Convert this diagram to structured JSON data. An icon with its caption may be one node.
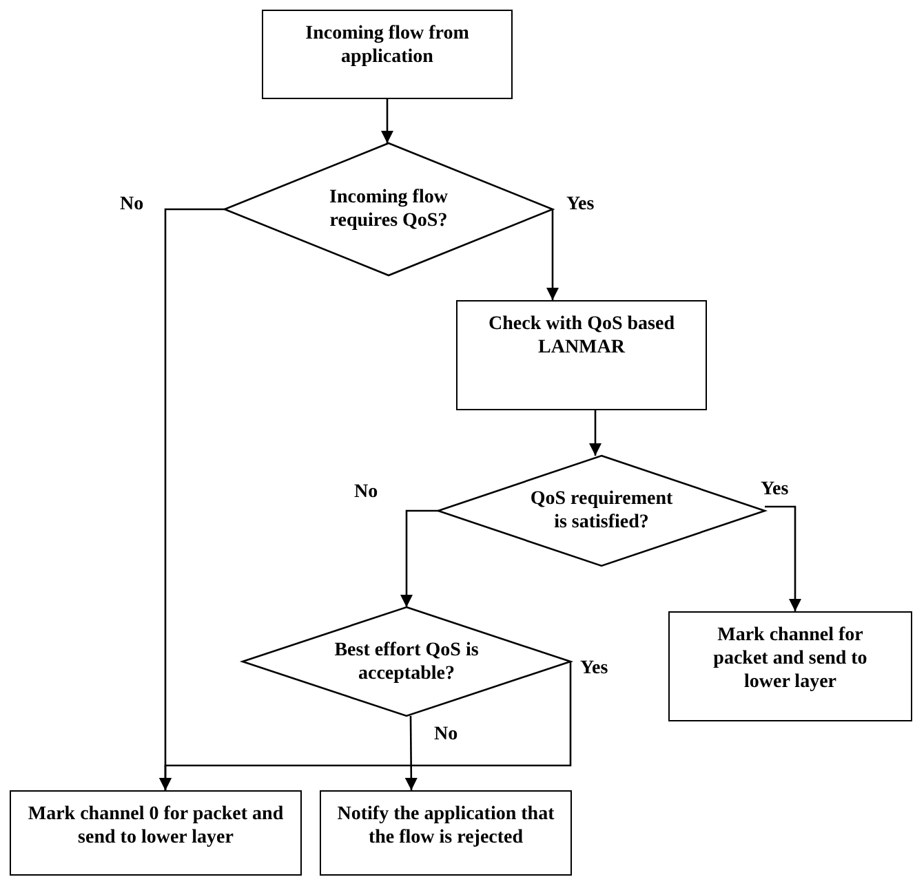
{
  "diagram": {
    "nodes": [
      {
        "text": [
          "Incoming flow from application"
        ]
      },
      {
        "text": [
          "Incoming flow requires QoS?"
        ]
      },
      {
        "text": [
          "Check with QoS based LANMAR"
        ]
      },
      {
        "text": [
          "QoS requirement is satisfied?"
        ]
      },
      {
        "text": [
          "Mark channel for packet and send to lower layer"
        ]
      },
      {
        "text": [
          "Best effort QoS is acceptable?"
        ]
      },
      {
        "text": [
          "Mark channel 0 for packet and send to lower layer"
        ]
      },
      {
        "text": [
          "Notify the application that the flow is rejected"
        ]
      }
    ],
    "edges": [
      {
        "from": 0,
        "to": 1,
        "arrow": "to"
      },
      {
        "from": 1,
        "to": 6,
        "arrow": "to",
        "label": "No"
      },
      {
        "from": 1,
        "to": 2,
        "arrow": "to",
        "label": "Yes"
      },
      {
        "from": 2,
        "to": 3,
        "arrow": "to"
      },
      {
        "from": 3,
        "to": 5,
        "arrow": "to",
        "label": "No"
      },
      {
        "from": 3,
        "to": 4,
        "arrow": "to",
        "label": "Yes"
      },
      {
        "from": 5,
        "to": 7,
        "arrow": "to",
        "label": "No"
      },
      {
        "from": 5,
        "to": 6,
        "arrow": "to",
        "label": "Yes"
      }
    ]
  }
}
